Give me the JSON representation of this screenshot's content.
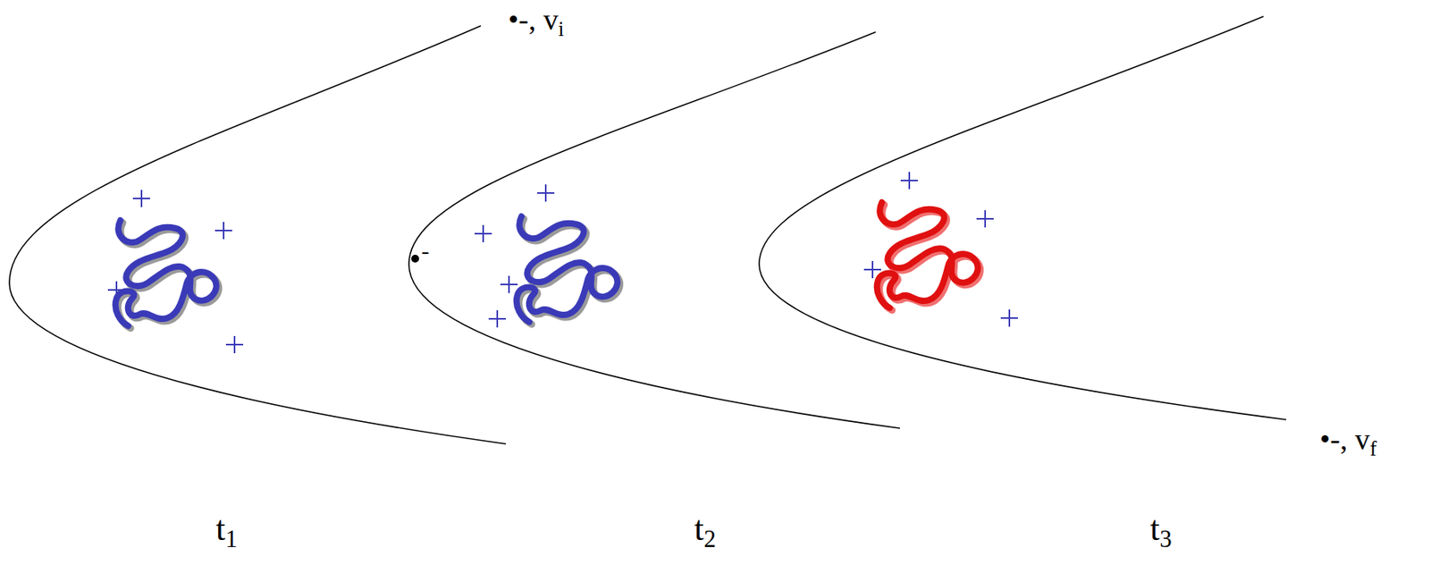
{
  "diagram": {
    "labels": [
      "•-, vi",
      "-",
      "•-, vf",
      "t1",
      "t2",
      "t3"
    ]
  }
}
